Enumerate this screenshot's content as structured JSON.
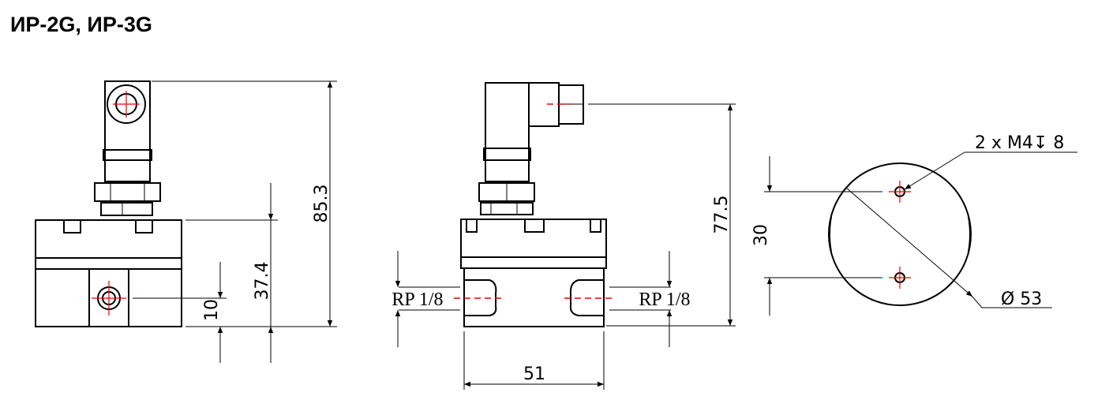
{
  "title": "ИР-2G, ИР-3G",
  "views": {
    "side": {
      "height_total": "85.3",
      "height_body": "37.4",
      "port_height": "10"
    },
    "front": {
      "port_left": "RP 1/8",
      "port_right": "RP 1/8",
      "height_connector": "77.5",
      "width": "51"
    },
    "bottom": {
      "hole_spacing": "30",
      "thread_note": "2 x M4↧ 8",
      "diameter": "Ø 53"
    }
  }
}
